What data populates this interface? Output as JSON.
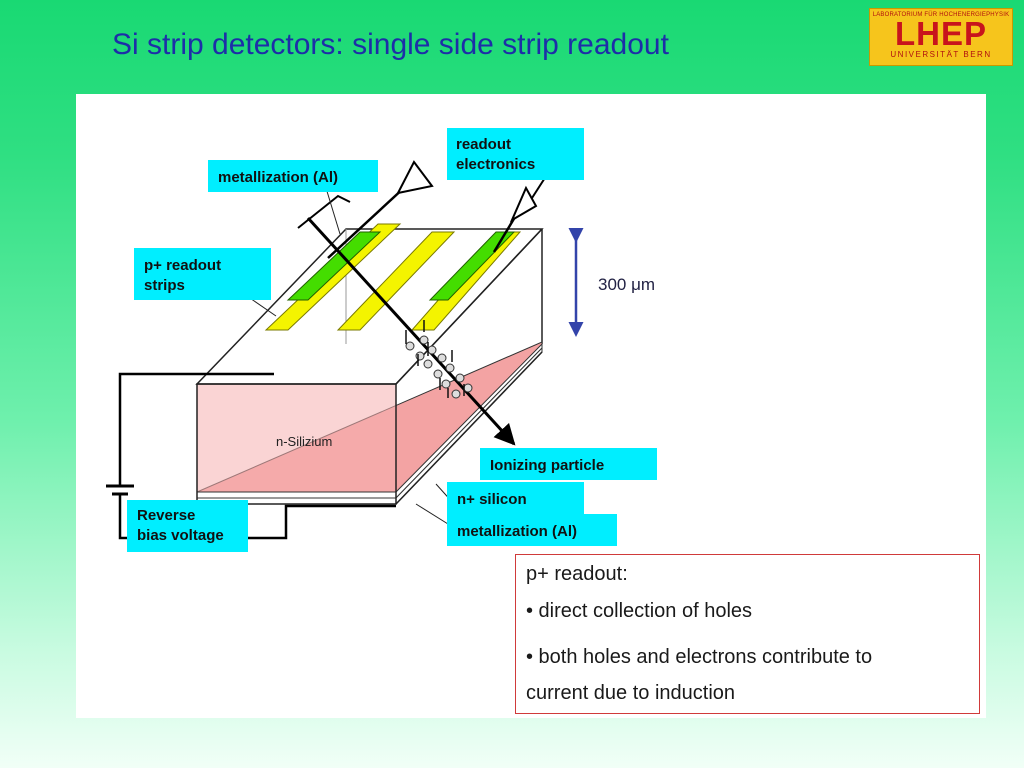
{
  "slide": {
    "title": "Si strip detectors: single side strip readout"
  },
  "logo": {
    "line1": "LABORATORIUM FÜR HOCHENERGIEPHYSIK",
    "line2": "LHEP",
    "line3": "UNIVERSITÄT BERN"
  },
  "diagram": {
    "labels": {
      "metallization_top": "metallization (Al)",
      "readout_line1": "readout",
      "readout_line2": "electronics",
      "p_readout_line1": "p+ readout",
      "p_readout_line2": "strips",
      "thickness": "300 μm",
      "bulk": "n-Silizium",
      "ionizing": "Ionizing particle",
      "n_silicon": "n+ silicon",
      "metallization_bottom": "metallization (Al)",
      "bias_line1": "Reverse",
      "bias_line2": "bias voltage"
    },
    "colors": {
      "label_box": "#00eeff",
      "strip_metal": "#44dd00",
      "strip_p": "#f4f400",
      "bulk_pink": "#f3a3a3"
    }
  },
  "summary": {
    "heading": "p+ readout:",
    "bullet1": "• direct collection of holes",
    "bullet2_line1": "• both holes and electrons contribute to",
    "bullet2_line2": "current due to induction"
  }
}
